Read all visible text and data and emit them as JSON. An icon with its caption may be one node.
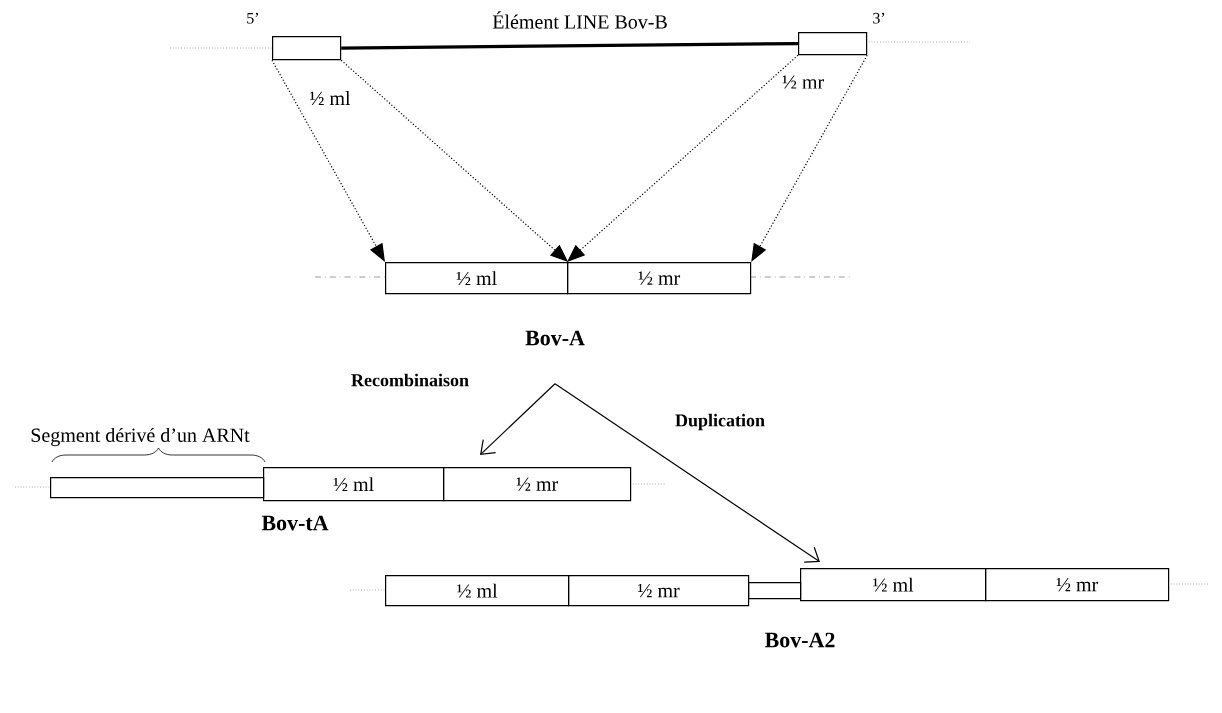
{
  "diagram": {
    "nodes": [
      {
        "text": [],
        "shape": "box",
        "beside": [
          "5’"
        ]
      },
      {
        "text": [],
        "shape": "box",
        "beside": [
          "3’"
        ]
      },
      {
        "text": [
          "½ ml"
        ]
      },
      {
        "text": [
          "½ mr"
        ]
      },
      {
        "text": [
          "Bov-A"
        ]
      },
      {
        "text": [],
        "shape": "box"
      },
      {
        "text": [
          "½ ml"
        ]
      },
      {
        "text": [
          "½ mr"
        ]
      },
      {
        "text": [
          "½ ml"
        ]
      },
      {
        "text": [
          "½ mr"
        ]
      },
      {
        "text": [],
        "shape": "box"
      },
      {
        "text": [
          "½ ml"
        ]
      },
      {
        "text": [
          "½ mr"
        ]
      }
    ],
    "edges": [
      {
        "from": 0,
        "to": 1,
        "arrow": "none",
        "style": "thick",
        "label": "Élément LINE Bov-B"
      },
      {
        "from": 0,
        "to": 2,
        "arrow": "to",
        "style": "dashed",
        "label": "½ ml"
      },
      {
        "from": 0,
        "to": 2,
        "arrow": "to",
        "style": "dashed"
      },
      {
        "from": 1,
        "to": 3,
        "arrow": "to",
        "style": "dashed",
        "label": "½ mr"
      },
      {
        "from": 1,
        "to": 3,
        "arrow": "to",
        "style": "dashed"
      },
      {
        "from": 4,
        "to": 7,
        "arrow": "to",
        "label": "Recombinaison"
      },
      {
        "from": 4,
        "to": 11,
        "arrow": "to",
        "label": "Duplication"
      }
    ],
    "labels": [
      "Segment dérivé d’un ARNt",
      "Bov-tA",
      "Bov-A2"
    ]
  }
}
